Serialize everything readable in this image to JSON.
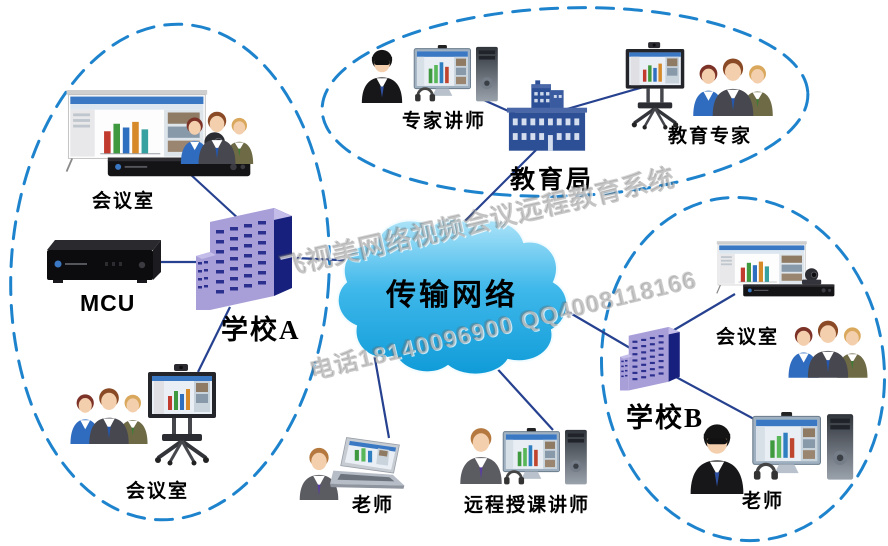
{
  "diagram": {
    "cloud": "传输网络",
    "bureau": {
      "label": "教育局",
      "expert_lecturer": "专家讲师",
      "experts": "教育专家"
    },
    "school_a": {
      "label": "学校A",
      "room_top": "会议室",
      "mcu": "MCU",
      "room_bottom": "会议室"
    },
    "school_b": {
      "label": "学校B",
      "room": "会议室",
      "teacher": "老师"
    },
    "independent": {
      "teacher": "老师",
      "remote_lecturer": "远程授课讲师"
    },
    "watermark_line1": "飞视美网络视频会议远程教育系统",
    "watermark_line2": "电话18140096900 QQ4008118166",
    "connections": [
      {
        "from": "传输网络",
        "to": "教育局"
      },
      {
        "from": "传输网络",
        "to": "学校A"
      },
      {
        "from": "传输网络",
        "to": "学校B"
      },
      {
        "from": "传输网络",
        "to": "老师"
      },
      {
        "from": "传输网络",
        "to": "远程授课讲师"
      },
      {
        "from": "教育局",
        "to": "专家讲师"
      },
      {
        "from": "教育局",
        "to": "教育专家"
      },
      {
        "from": "学校A",
        "to": "会议室"
      },
      {
        "from": "学校A",
        "to": "MCU"
      },
      {
        "from": "学校A",
        "to": "会议室"
      },
      {
        "from": "学校B",
        "to": "会议室"
      },
      {
        "from": "学校B",
        "to": "老师"
      }
    ],
    "colors": {
      "ellipse_dash": "#1e83cd",
      "connection_line": "#26418f",
      "cloud_light": "#aee4f9",
      "cloud_dark": "#0f9bd8",
      "school_building_front": "#a89fd9",
      "school_building_side": "#17207c",
      "bureau_building": "#2d4f95",
      "label_text": "#000000",
      "watermark": "#808080"
    },
    "icons": [
      "cloud-shape",
      "dashed-group-ellipse",
      "connection-line",
      "people-group-icon",
      "person-icon",
      "person-sunglasses-icon",
      "projection-screen-codec-camera-icon",
      "tv-cart-icon",
      "mcu-device-icon",
      "laptop-icon",
      "desktop-pc-icon",
      "school-building-icon",
      "bureau-building-icon"
    ]
  }
}
